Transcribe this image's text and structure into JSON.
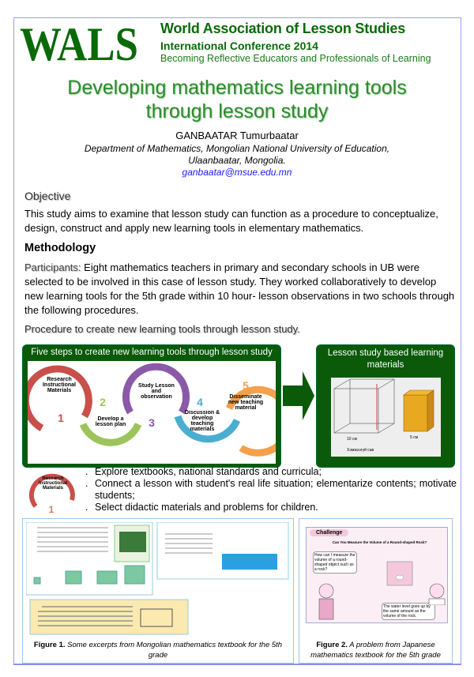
{
  "header": {
    "logo_text": "WALS",
    "org": "World Association of Lesson Studies",
    "conference": "International Conference 2014",
    "theme": "Becoming Reflective Educators and Professionals of Learning"
  },
  "title": {
    "line1": "Developing mathematics learning tools",
    "line2": "through lesson study"
  },
  "author": {
    "name": "GANBAATAR  Tumurbaatar",
    "dept": "Department of Mathematics, Mongolian National University of Education,",
    "city": "Ulaanbaatar, Mongolia.",
    "email": "ganbaatar@msue.edu.mn"
  },
  "objective": {
    "heading": "Objective",
    "text": "This study aims to examine that lesson study can function as a procedure to conceptualize, design, construct and apply new learning tools in elementary mathematics."
  },
  "methodology": {
    "heading": "Methodology",
    "participants_label": "Participants:",
    "participants_text": " Eight mathematics teachers in primary and secondary schools in UB were selected to be involved  in this case of lesson study. They worked collaboratively to develop new learning tools for the 5th grade within 10 hour- lesson observations in two schools through the following procedures.",
    "procedure_heading": "Procedure to create new learning tools through lesson study."
  },
  "steps_box": {
    "title": "Five steps to create new learning tools through lesson study",
    "steps": [
      {
        "num": "1",
        "label": "Research Instructional Materials",
        "color": "#c8504a"
      },
      {
        "num": "2",
        "label": "Develop a lesson plan",
        "color": "#9cc45a"
      },
      {
        "num": "3",
        "label": "Study Lesson and observation",
        "color": "#8a5aa8"
      },
      {
        "num": "4",
        "label": "Discussion & develop teaching materials",
        "color": "#4aaed0"
      },
      {
        "num": "5",
        "label": "Disseminate new teaching material",
        "color": "#f5a04a"
      }
    ]
  },
  "materials_box": {
    "title": "Lesson study based learning materials",
    "dim_10": "10 см",
    "dim_5": "5 см",
    "caption": "Хэмжээгүй сав"
  },
  "step1_detail": {
    "label": "Research Instructional Materials",
    "num": "1",
    "bullets": [
      "Explore textbooks, national standards and curricula;",
      "Connect a lesson with student's real life situation; elementarize contents; motivate students;",
      "Select didactic materials and problems for children."
    ]
  },
  "figure1": {
    "label": "Figure 1.",
    "caption": " Some excerpts from Mongolian mathematics textbook for the 5th grade"
  },
  "figure2": {
    "label": "Figure 2.",
    "caption": " A problem from Japanese mathematics textbook for the 5th grade",
    "challenge": "Challenge",
    "question": "Can You Measure the Volume of a Round-shaped Rock?",
    "bubble1": "How can I measure the volume of a round-shaped object such as a rock?",
    "bubble2": "The water level goes up by the same amount as the volume of the rock."
  },
  "colors": {
    "green_dark": "#0a5a0a",
    "title_green": "#2e8b2e",
    "email": "#1a1aff"
  }
}
